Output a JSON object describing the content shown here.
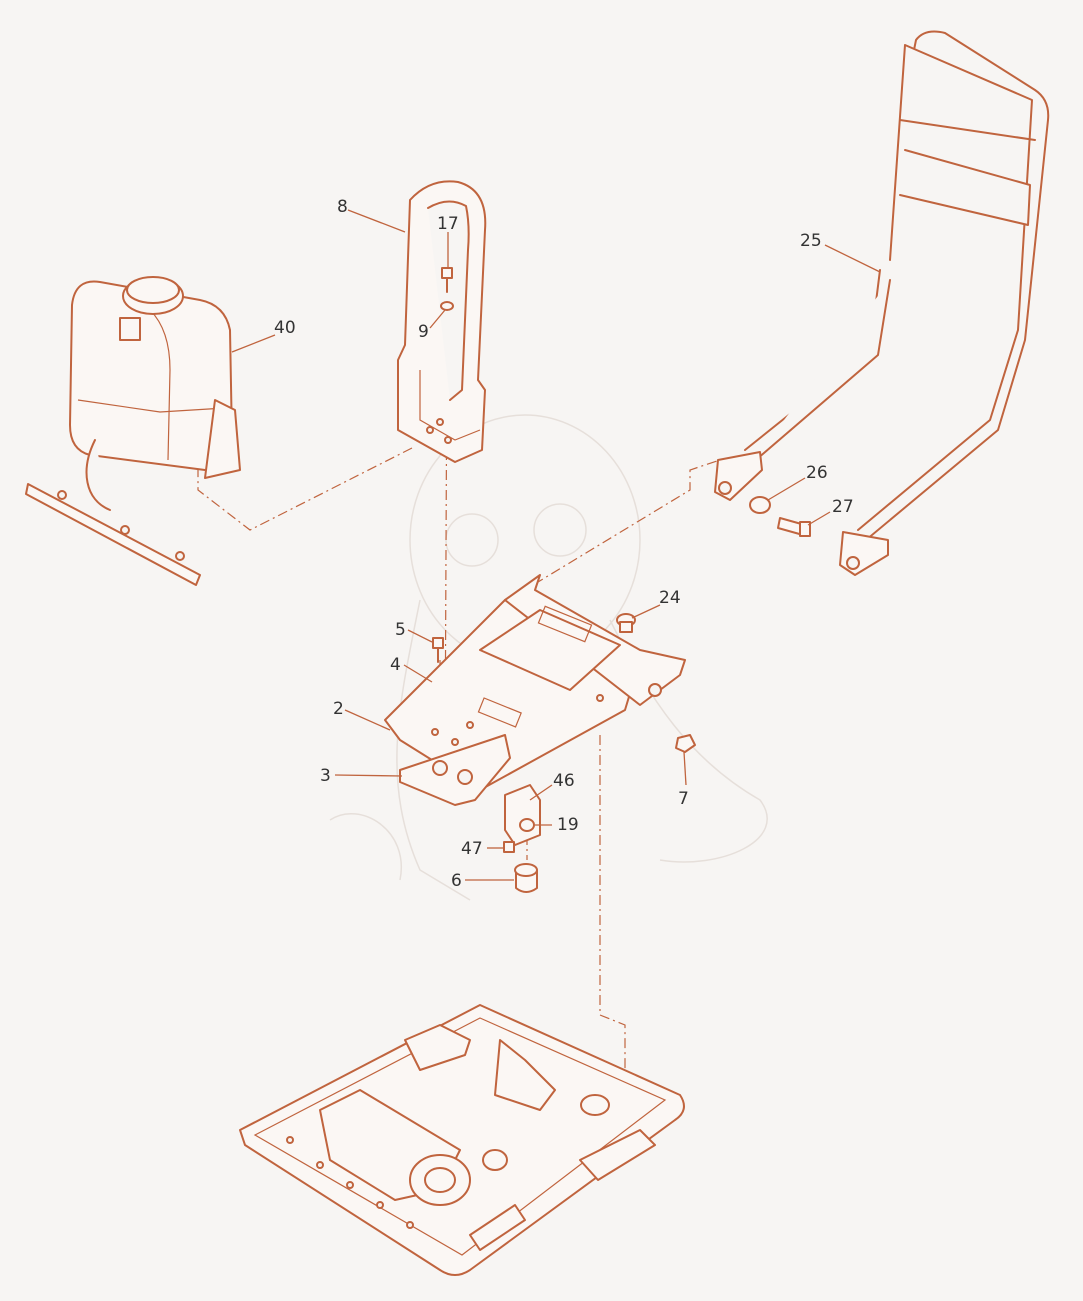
{
  "callouts": {
    "c2": "2",
    "c3": "3",
    "c4": "4",
    "c5": "5",
    "c6": "6",
    "c7": "7",
    "c8": "8",
    "c9": "9",
    "c17": "17",
    "c19": "19",
    "c24": "24",
    "c25": "25",
    "c26": "26",
    "c27": "27",
    "c40": "40",
    "c46": "46",
    "c47": "47"
  },
  "colors": {
    "line": "#c0643e",
    "text": "#333333",
    "background": "#f7f5f3"
  }
}
